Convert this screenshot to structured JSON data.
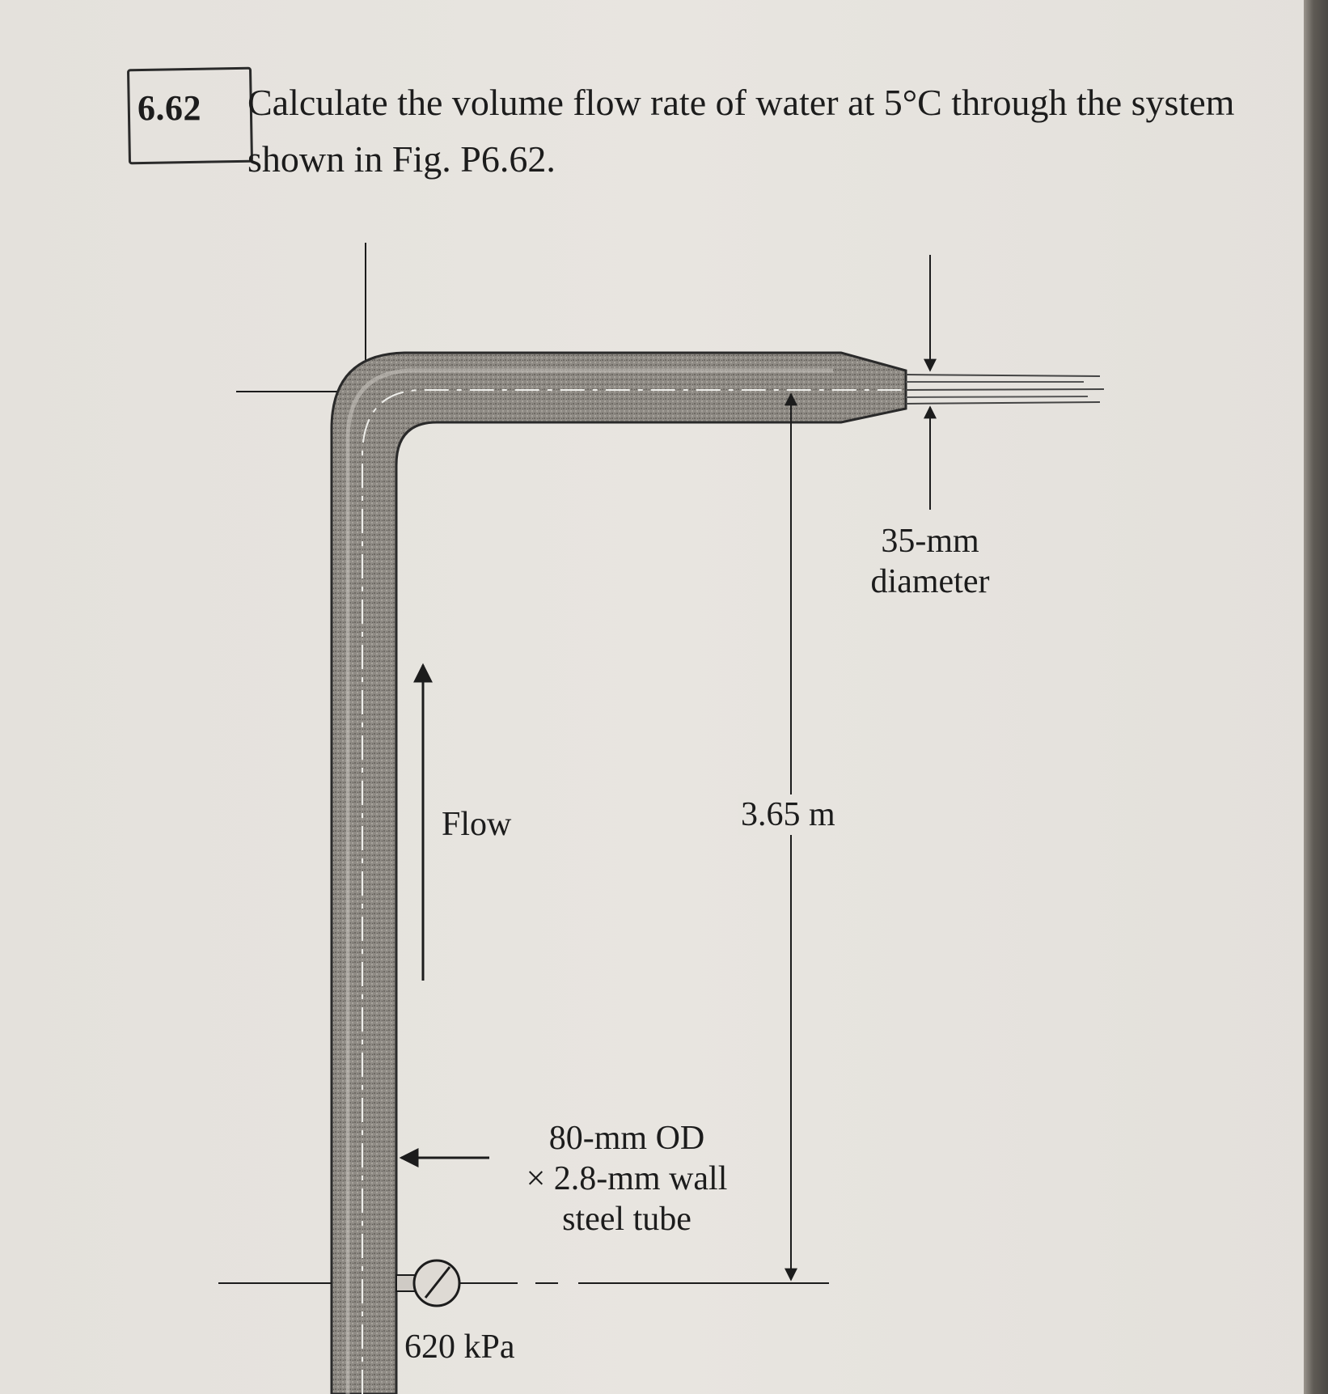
{
  "problem": {
    "number": "6.62",
    "text": "Calculate the volume flow rate of water at 5°C through the system shown in Fig. P6.62."
  },
  "figure": {
    "diameter_label_line1": "35-mm",
    "diameter_label_line2": "diameter",
    "flow_label": "Flow",
    "height_label": "3.65 m",
    "tube_label_line1": "80-mm OD",
    "tube_label_line2": "× 2.8-mm wall",
    "tube_label_line3": "steel tube",
    "pressure_label": "620 kPa"
  }
}
